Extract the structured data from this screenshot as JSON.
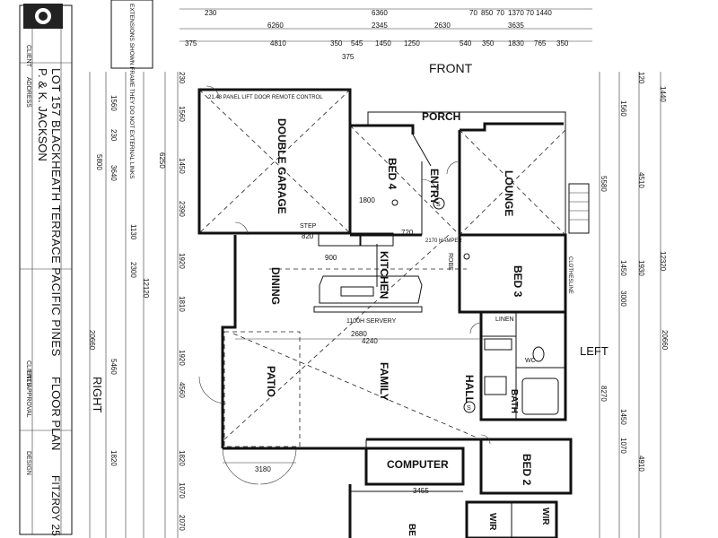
{
  "title_block": {
    "client_label": "CLIENT",
    "client": "P. & K. JACKSON",
    "address_label": "ADDRESS",
    "address": "LOT 157  BLACKHEATH TERRACE  PACIFIC PINES",
    "approval_label": "CLIENT APPROVAL",
    "drawing_label": "TITLE",
    "drawing": "FLOOR PLAN",
    "design_label": "DESIGN",
    "design": "FITZROY 25"
  },
  "note": "EXTENSIONS SHOWN FRAME THEY DO NOT EXTERNAL LINKS",
  "orientation": {
    "front": "FRONT",
    "right": "RIGHT",
    "left": "LEFT"
  },
  "rooms": {
    "garage": "DOUBLE GARAGE",
    "garage_door": "21.48 PANEL LIFT DOOR REMOTE CONTROL",
    "porch": "PORCH",
    "entry": "ENTRY",
    "bed4": "BED 4",
    "lounge": "LOUNGE",
    "kitchen": "KITCHEN",
    "dining": "DINING",
    "bed3": "BED 3",
    "linen": "LINEN",
    "family": "FAMILY",
    "patio": "PATIO",
    "hall": "HALL",
    "computer": "COMPUTER",
    "bed2": "BED 2",
    "wir": "WIR",
    "bath": "BATH",
    "wc": "WC",
    "servery": "1100H SERVERY",
    "step": "STEP",
    "robe": "ROBE",
    "hamper": "2170 HAMPER",
    "clothesline": "CLOTHESLINE"
  },
  "dims": {
    "top_row1": [
      "230",
      "6360",
      "70",
      "850",
      "70",
      "1370",
      "70",
      "1440"
    ],
    "top_row2": [
      "6260",
      "2345",
      "2630",
      "3635"
    ],
    "top_row3": [
      "375",
      "4810",
      "350",
      "545",
      "1450",
      "1250",
      "540",
      "350",
      "1830",
      "765",
      "350"
    ],
    "top_mid": "375",
    "left_outer": [
      "230",
      "1560",
      "1450",
      "2390",
      "1920",
      "1810",
      "1920",
      "4560",
      "1820",
      "1070",
      "2070"
    ],
    "left_total": [
      "5800",
      "12120",
      "20660"
    ],
    "left_inner": [
      "1560",
      "230",
      "3640",
      "6250",
      "1130",
      "2300",
      "5460",
      "1820"
    ],
    "right_outer": [
      "120",
      "1440",
      "1560",
      "4510",
      "1450",
      "3000",
      "1930",
      "12320",
      "1450",
      "1070",
      "4910"
    ],
    "right_total": [
      "5580",
      "8270",
      "20660"
    ],
    "internal": [
      "2680",
      "4240",
      "3180",
      "3455",
      "900",
      "1800",
      "820",
      "720"
    ]
  }
}
